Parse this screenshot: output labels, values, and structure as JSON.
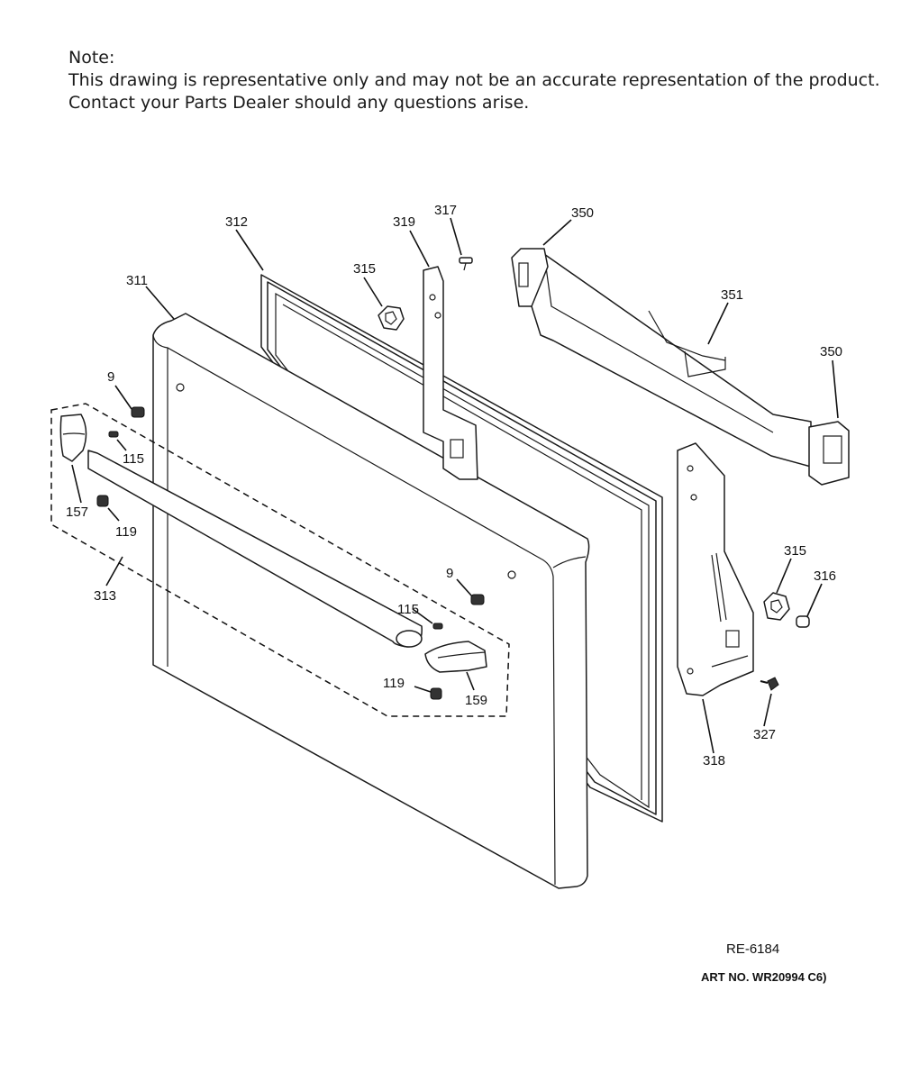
{
  "note": {
    "heading": "Note:",
    "line1": "This drawing is representative only and may not be an accurate representation of the product.",
    "line2": "Contact your Parts Dealer should any questions arise."
  },
  "callouts": {
    "c311": "311",
    "c312": "312",
    "c319": "319",
    "c317": "317",
    "c315a": "315",
    "c350a": "350",
    "c351": "351",
    "c350b": "350",
    "c9a": "9",
    "c115a": "115",
    "c157": "157",
    "c119a": "119",
    "c313": "313",
    "c9b": "9",
    "c115b": "115",
    "c119b": "119",
    "c159": "159",
    "c315b": "315",
    "c316": "316",
    "c327": "327",
    "c318": "318"
  },
  "footer": {
    "ref": "RE-6184",
    "art_no": "ART NO. WR20994 C6)"
  }
}
